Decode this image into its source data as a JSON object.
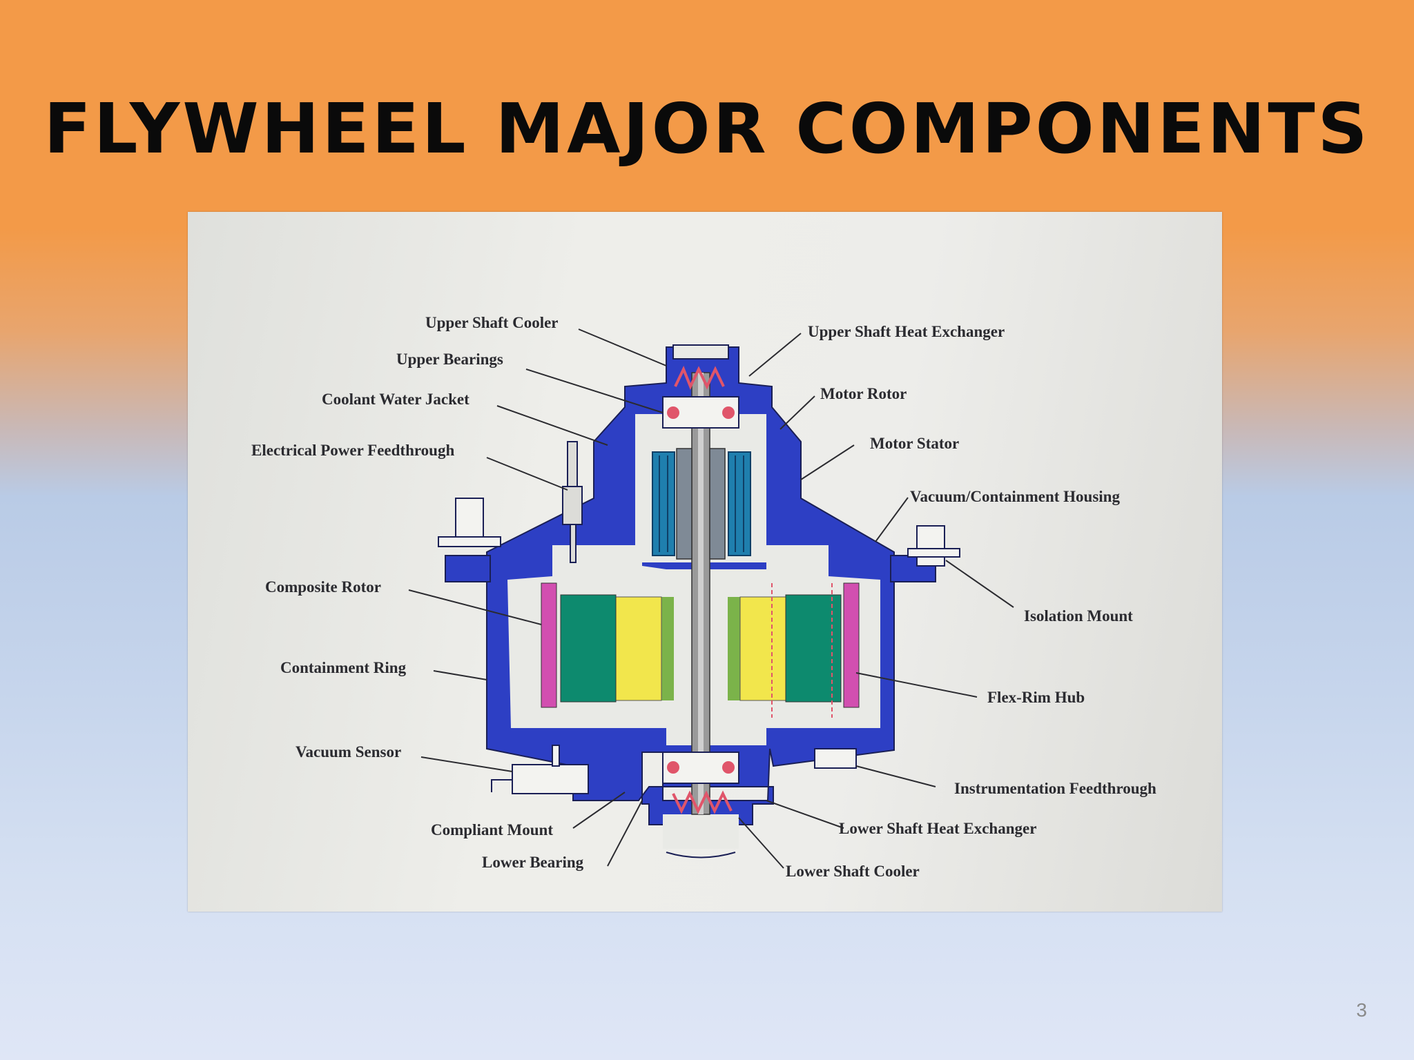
{
  "slide": {
    "title": "FLYWHEEL MAJOR COMPONENTS",
    "page_number": "3"
  },
  "diagram": {
    "labels": {
      "upper_shaft_cooler": "Upper Shaft Cooler",
      "upper_bearings": "Upper Bearings",
      "coolant_water_jacket": "Coolant Water Jacket",
      "electrical_power_feedthrough": "Electrical Power Feedthrough",
      "composite_rotor": "Composite Rotor",
      "containment_ring": "Containment Ring",
      "vacuum_sensor": "Vacuum Sensor",
      "compliant_mount": "Compliant Mount",
      "lower_bearing": "Lower Bearing",
      "upper_shaft_heat_exchanger": "Upper Shaft Heat Exchanger",
      "motor_rotor": "Motor Rotor",
      "motor_stator": "Motor Stator",
      "vacuum_containment_housing": "Vacuum/Containment Housing",
      "isolation_mount": "Isolation Mount",
      "flex_rim_hub": "Flex-Rim Hub",
      "instrumentation_feedthrough": "Instrumentation Feedthrough",
      "lower_shaft_heat_exchanger": "Lower Shaft Heat Exchanger",
      "lower_shaft_cooler": "Lower Shaft Cooler"
    },
    "colors": {
      "housing": "#2d3fc4",
      "shaft": "#9a9a9a",
      "stator": "#1f7fae",
      "composite_rotor": "#0d8a6e",
      "flex_rim_hub": "#f2e64c",
      "containment_ring": "#d24fb0",
      "bearings": "#e0556a"
    }
  }
}
